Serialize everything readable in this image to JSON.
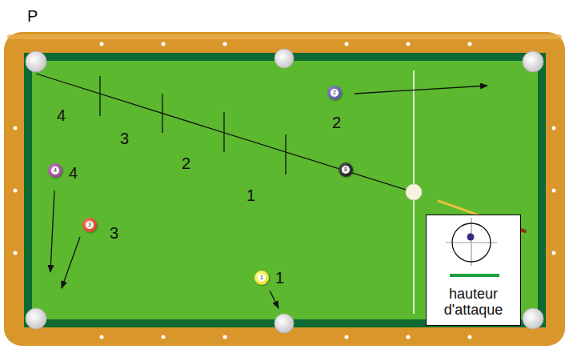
{
  "diagram": {
    "nodes": [
      {
        "text": [
          "2"
        ]
      },
      {
        "text": [
          "8"
        ]
      },
      {
        "text": [
          "4"
        ]
      },
      {
        "text": [
          "3"
        ]
      },
      {
        "text": [
          "1"
        ]
      },
      {
        "text": [
          "hauteur d'attaque"
        ]
      }
    ],
    "labels": [
      "P",
      "4",
      "3",
      "2",
      "1",
      "2",
      "4",
      "3",
      "1"
    ]
  }
}
